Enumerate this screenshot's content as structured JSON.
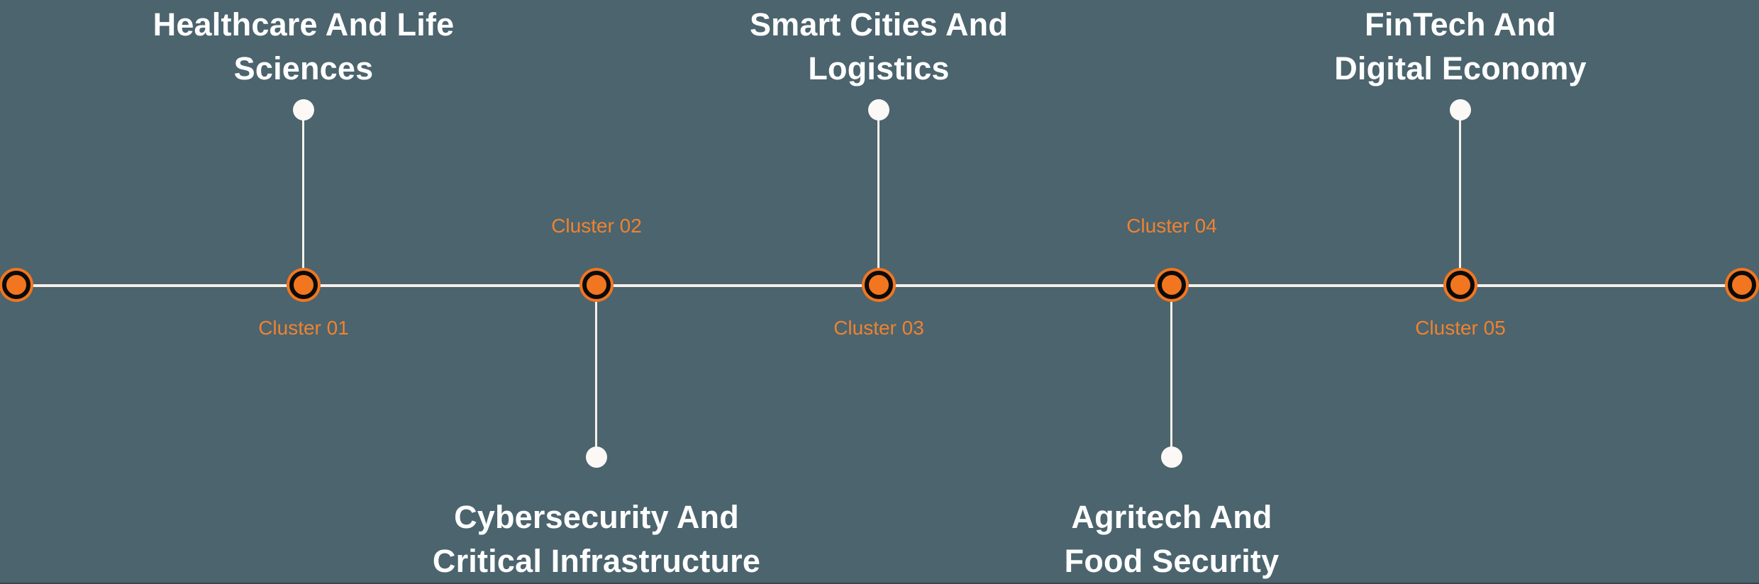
{
  "colors": {
    "background": "#4B646E",
    "axis_line": "#F8EFE7",
    "stem": "#F8F1EA",
    "dot": "#FBF8F5",
    "node_fill": "#F2761F",
    "node_ring": "#0B0B0B",
    "label": "#F0822F",
    "title": "#FFFFFF"
  },
  "timeline": {
    "clusters": [
      {
        "label": "Cluster 01",
        "title": "Healthcare And Life Sciences",
        "title_lines": [
          "Healthcare And Life",
          "Sciences"
        ],
        "branch": "up",
        "label_side": "below"
      },
      {
        "label": "Cluster 02",
        "title": "Cybersecurity And Critical Infrastructure",
        "title_lines": [
          "Cybersecurity And",
          "Critical Infrastructure"
        ],
        "branch": "down",
        "label_side": "above"
      },
      {
        "label": "Cluster 03",
        "title": "Smart Cities And Logistics",
        "title_lines": [
          "Smart Cities And",
          "Logistics"
        ],
        "branch": "up",
        "label_side": "below"
      },
      {
        "label": "Cluster 04",
        "title": "Agritech And Food Security",
        "title_lines": [
          "Agritech And",
          "Food Security"
        ],
        "branch": "down",
        "label_side": "above"
      },
      {
        "label": "Cluster 05",
        "title": "FinTech And Digital Economy",
        "title_lines": [
          "FinTech And",
          "Digital Economy"
        ],
        "branch": "up",
        "label_side": "below"
      }
    ]
  }
}
